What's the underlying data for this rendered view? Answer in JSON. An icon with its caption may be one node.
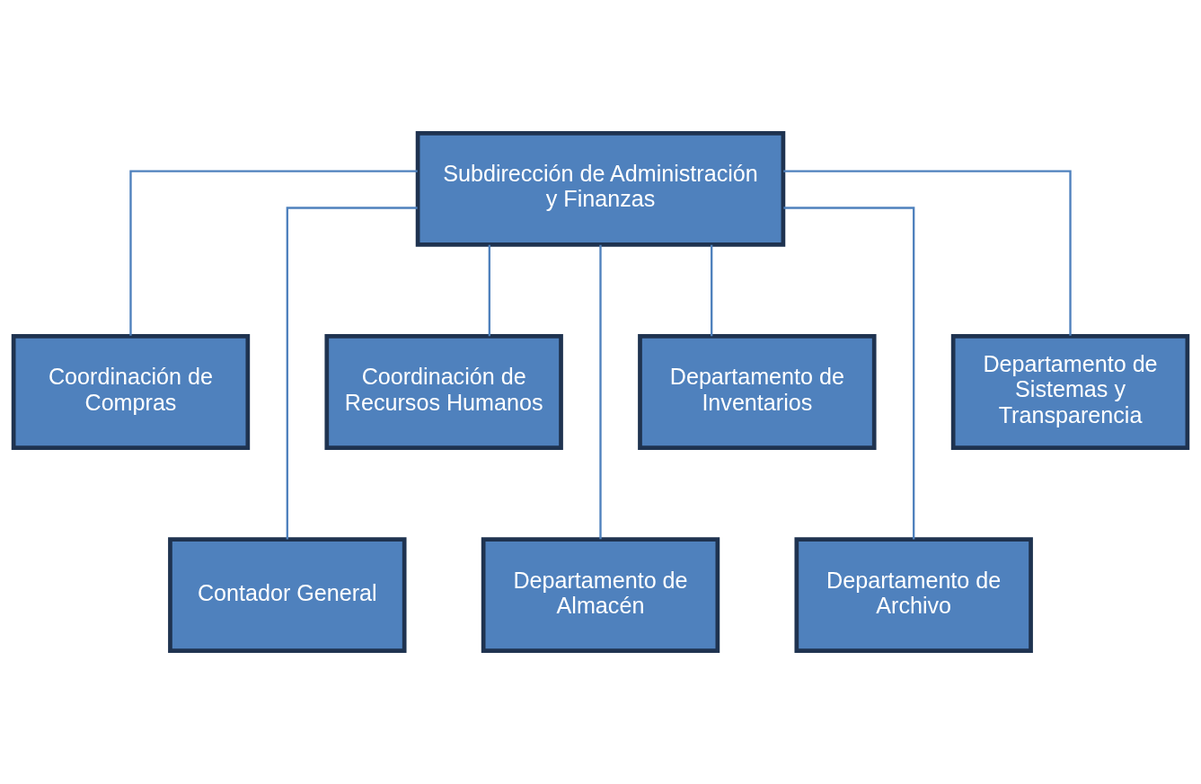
{
  "diagram": {
    "nodes": [
      {
        "text": [
          "Subdirección de Administración y Finanzas"
        ]
      },
      {
        "text": [
          "Coordinación de Compras"
        ]
      },
      {
        "text": [
          "Contador General"
        ]
      },
      {
        "text": [
          "Coordinación de Recursos Humanos"
        ]
      },
      {
        "text": [
          "Departamento de Almacén"
        ]
      },
      {
        "text": [
          "Departamento de Inventarios"
        ]
      },
      {
        "text": [
          "Departamento de Archivo"
        ]
      },
      {
        "text": [
          "Departamento de Sistemas y Transparencia"
        ]
      }
    ],
    "edges": [
      {
        "from": 0,
        "to": 1,
        "arrow": "none"
      },
      {
        "from": 0,
        "to": 2,
        "arrow": "none"
      },
      {
        "from": 0,
        "to": 3,
        "arrow": "none"
      },
      {
        "from": 0,
        "to": 4,
        "arrow": "none"
      },
      {
        "from": 0,
        "to": 5,
        "arrow": "none"
      },
      {
        "from": 0,
        "to": 6,
        "arrow": "none"
      },
      {
        "from": 0,
        "to": 7,
        "arrow": "none"
      }
    ]
  }
}
